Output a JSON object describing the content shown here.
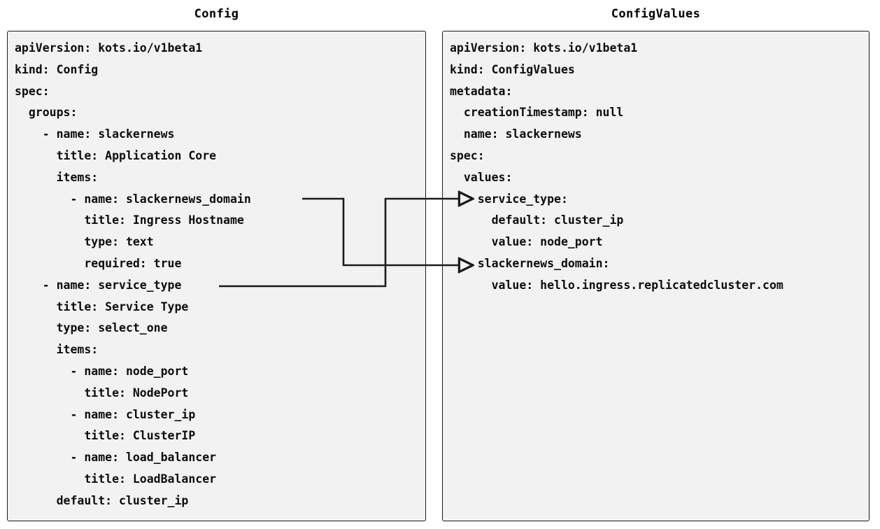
{
  "diagram": {
    "type": "two-panel-yaml-mapping",
    "background_color": "#ffffff",
    "panel_fill": "#f2f2f2",
    "panel_border_color": "#1a1a1a",
    "text_color": "#0d0d0d",
    "connector_color": "#1a1a1a"
  },
  "left_panel": {
    "title": "Config",
    "lines": [
      "apiVersion: kots.io/v1beta1",
      "kind: Config",
      "spec:",
      "  groups:",
      "    - name: slackernews",
      "      title: Application Core",
      "      items:",
      "        - name: slackernews_domain",
      "          title: Ingress Hostname",
      "          type: text",
      "          required: true",
      "    - name: service_type",
      "      title: Service Type",
      "      type: select_one",
      "      items:",
      "        - name: node_port",
      "          title: NodePort",
      "        - name: cluster_ip",
      "          title: ClusterIP",
      "        - name: load_balancer",
      "          title: LoadBalancer",
      "      default: cluster_ip"
    ],
    "text": "apiVersion: kots.io/v1beta1\nkind: Config\nspec:\n  groups:\n    - name: slackernews\n      title: Application Core\n      items:\n        - name: slackernews_domain\n          title: Ingress Hostname\n          type: text\n          required: true\n    - name: service_type\n      title: Service Type\n      type: select_one\n      items:\n        - name: node_port\n          title: NodePort\n        - name: cluster_ip\n          title: ClusterIP\n        - name: load_balancer\n          title: LoadBalancer\n      default: cluster_ip"
  },
  "right_panel": {
    "title": "ConfigValues",
    "lines": [
      "apiVersion: kots.io/v1beta1",
      "kind: ConfigValues",
      "metadata:",
      "  creationTimestamp: null",
      "  name: slackernews",
      "spec:",
      "  values:",
      "    service_type:",
      "      default: cluster_ip",
      "      value: node_port",
      "    slackernews_domain:",
      "      value: hello.ingress.replicatedcluster.com"
    ],
    "text": "apiVersion: kots.io/v1beta1\nkind: ConfigValues\nmetadata:\n  creationTimestamp: null\n  name: slackernews\nspec:\n  values:\n    service_type:\n      default: cluster_ip\n      value: node_port\n    slackernews_domain:\n      value: hello.ingress.replicatedcluster.com"
  },
  "connectors": [
    {
      "id": "slackernews-domain-link",
      "from_label": "slackernews_domain",
      "to_label": "slackernews_domain:",
      "arrowhead": "open-triangle"
    },
    {
      "id": "service-type-link",
      "from_label": "service_type",
      "to_label": "service_type:",
      "arrowhead": "open-triangle"
    }
  ]
}
